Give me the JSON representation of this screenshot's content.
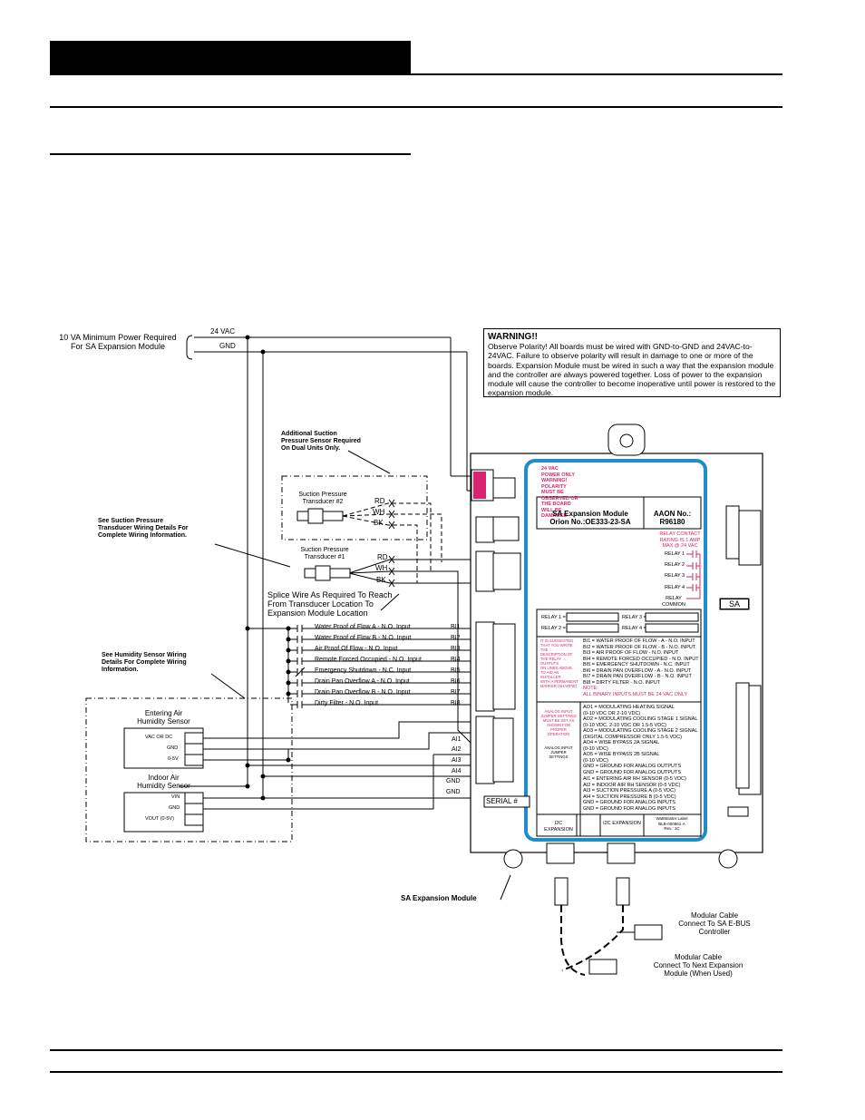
{
  "power": {
    "note_line1": "10 VA Minimum Power Required",
    "note_line2": "For SA Expansion Module",
    "vac_label": "24 VAC",
    "gnd_label": "GND"
  },
  "warning": {
    "title": "WARNING!!",
    "body": "Observe Polarity! All boards must be wired with GND-to-GND and 24VAC-to-24VAC. Failure to observe polarity will result in damage to one or more of the boards. Expansion Module must be wired in such a way that the expansion module and the controller are always powered together. Loss of power to the expansion module will cause the controller to become inoperative until power is restored to the expansion module."
  },
  "suction": {
    "additional_note": [
      "Additional Suction",
      "Pressure Sensor Required",
      "On Dual Units Only."
    ],
    "details_note": [
      "See Suction Pressure",
      "Transducer Wiring Details For",
      "Complete Wiring Information."
    ],
    "transducer2": [
      "Suction Pressure",
      "Transducer #2"
    ],
    "transducer1": [
      "Suction Pressure",
      "Transducer #1"
    ],
    "wires": [
      "RD",
      "WH",
      "BK"
    ],
    "splice_note": [
      "Splice Wire As Required To Reach",
      "From Transducer Location To",
      "Expansion Module Location"
    ]
  },
  "binary_inputs": [
    {
      "label": "Water Proof of Flow A - N.O. Input",
      "terminal": "BI1"
    },
    {
      "label": "Water Proof of Flow B - N.O. Input",
      "terminal": "BI2"
    },
    {
      "label": "Air Proof Of Flow - N.O. Input",
      "terminal": "BI3"
    },
    {
      "label": "Remote Forced Occupied - N.O. Input",
      "terminal": "BI4"
    },
    {
      "label": "Emergency Shutdown - N.C. Input",
      "terminal": "BI5"
    },
    {
      "label": "Drain Pan Overflow A - N.O. Input",
      "terminal": "BI6"
    },
    {
      "label": "Drain Pan Overflow B - N.O. Input",
      "terminal": "BI7"
    },
    {
      "label": "Dirty Filter - N.O. Input",
      "terminal": "BI8"
    }
  ],
  "analog_terminals": [
    "AI1",
    "AI2",
    "AI3",
    "AI4",
    "GND",
    "GND"
  ],
  "humidity": {
    "note": [
      "See Humidity Sensor Wiring",
      "Details For Complete Wiring",
      "Information."
    ],
    "entering_title": [
      "Entering Air",
      "Humidity Sensor"
    ],
    "entering_pins": [
      "VAC OR DC",
      "GND",
      "0-5V"
    ],
    "indoor_title": [
      "Indoor Air",
      "Humidity Sensor"
    ],
    "indoor_pins": [
      "VIN",
      "GND",
      "VOUT (0-5V)"
    ]
  },
  "module": {
    "name_line1": "SA Expansion Module",
    "name_line2": "Orion No.:OE333-23-SA",
    "aaon_line1": "AAON No.:",
    "aaon_line2": "R96180",
    "power_warning": [
      "24 VAC",
      "POWER ONLY",
      "WARNING!",
      "POLARITY",
      "MUST BE",
      "OBSERVED OR",
      "THE BOARD",
      "WILL BE",
      "DAMAGED"
    ],
    "relay_note": [
      "RELAY CONTACT",
      "RATING IS 1 AMP",
      "MAX @ 24 VAC"
    ],
    "relays": [
      "RELAY 1",
      "RELAY 2",
      "RELAY 3",
      "RELAY 4",
      "RELAY",
      "COMMON"
    ],
    "relay_fields": [
      "RELAY 1 =",
      "RELAY 2 =",
      "RELAY 3 =",
      "RELAY 4 ="
    ],
    "suggest_note": [
      "IT IS SUGGESTED",
      "THAT YOU WRITE THE",
      "DESCRIPTION OF",
      "THE RELAY OUTPUTS",
      "ON LINES ABOVE.",
      "TO AID AN",
      "INSTALLER",
      "WITH A PERMANENT",
      "MARKER (SHARPIE)"
    ],
    "bi_list": [
      "BI1 = WATER PROOF OF FLOW - A - N.O. INPUT",
      "BI2 = WATER PROOF OF FLOW - B - N.O. INPUT",
      "BI3 = AIR PROOF OF FLOW - N.O. INPUT",
      "BI4 = REMOTE FORCED OCCUPIED - N.O. INPUT",
      "BI5 = EMERGENCY SHUTDOWN - N.C. INPUT",
      "BI6 = DRAIN PAN OVERFLOW - A - N.O. INPUT",
      "BI7 = DRAIN PAN OVERFLOW - B - N.O. INPUT",
      "BI8 = DIRTY FILTER - N.O. INPUT"
    ],
    "bi_note": [
      "NOTE:",
      "ALL BINARY INPUTS MUST BE 24 VAC ONLY"
    ],
    "ao_list": [
      "AO1 = MODULATING HEATING SIGNAL",
      "(0-10 VDC OR 2-10 VDC)",
      "AO2 = MODULATING COOLING STAGE 1 SIGNAL",
      "(0-10 VDC, 2-10 VDC OR 1.5-5 VDC)",
      "AO3 = MODULATING COOLING STAGE 2 SIGNAL",
      "(DIGITAL COMPRESSOR ONLY 1.5-5 VDC)",
      "AO4 = WISE BYPASS 2A SIGNAL",
      "(0-10 VDC)",
      "AO5 = WISE BYPASS 2B SIGNAL",
      "(0-10 VDC)",
      "GND = GROUND FOR ANALOG OUTPUTS",
      "GND = GROUND FOR ANALOG OUTPUTS"
    ],
    "ai_list": [
      "AI1 = ENTERING AIR RH SENSOR (0-5 VDC)",
      "AI2 = INDOOR AIR RH SENSOR (0-5 VDC)",
      "AI3 = SUCTION PRESSURE A (0-5 VDC)",
      "AI4 = SUCTION PRESSURE B (0-5 VDC)",
      "GND = GROUND FOR ANALOG INPUTS",
      "GND = GROUND FOR ANALOG INPUTS"
    ],
    "jumper_note": [
      "ANALOG INPUT",
      "JUMPER SETTINGS",
      "MUST BE SET AS",
      "SHOWN FOR",
      "PROPER",
      "OPERATION"
    ],
    "jumper_title": [
      "ANALOG INPUT",
      "JUMPER",
      "SETTINGS"
    ],
    "bottom_labels": [
      "I2C EXPANSION",
      "I2C EXPANSION"
    ],
    "label_part": [
      "WattMaster Label",
      "BLB-000861-A",
      "Rev.: 1C"
    ],
    "sa_tag": "SA",
    "serial": "SERIAL #",
    "callout": "SA Expansion Module"
  },
  "modular_cables": {
    "cable1": [
      "Modular Cable",
      "Connect To SA E-BUS",
      "Controller"
    ],
    "cable2": [
      "Modular Cable",
      "Connect To Next Expansion",
      "Module (When Used)"
    ]
  }
}
